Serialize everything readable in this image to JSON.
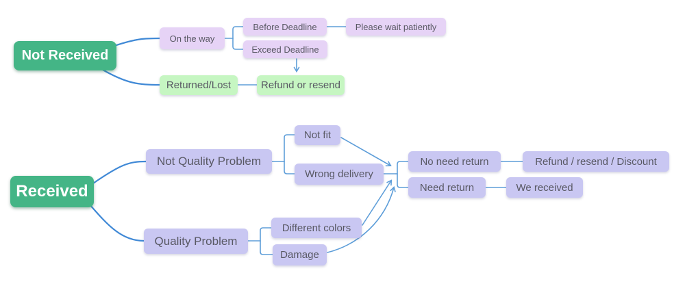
{
  "colors": {
    "root_green": "#44b586",
    "lavender": "#e6d3f6",
    "light_green": "#c6f6c2",
    "periwinkle": "#c9c7f2",
    "connector_blue": "#5e9ed9",
    "connector_strong": "#4089d6",
    "text_dark": "#595964"
  },
  "diagram": {
    "nodes": {
      "not_received": {
        "label": "Not Received"
      },
      "on_the_way": {
        "label": "On the way"
      },
      "before_deadline": {
        "label": "Before Deadline"
      },
      "exceed_deadline": {
        "label": "Exceed Deadline"
      },
      "please_wait": {
        "label": "Please wait patiently"
      },
      "returned_lost": {
        "label": "Returned/Lost"
      },
      "refund_or_resend": {
        "label": "Refund or resend"
      },
      "received": {
        "label": "Received"
      },
      "not_quality_problem": {
        "label": "Not Quality Problem"
      },
      "quality_problem": {
        "label": "Quality Problem"
      },
      "not_fit": {
        "label": "Not fit"
      },
      "wrong_delivery": {
        "label": "Wrong delivery"
      },
      "different_colors": {
        "label": "Different colors"
      },
      "damage": {
        "label": "Damage"
      },
      "no_need_return": {
        "label": "No need return"
      },
      "need_return": {
        "label": "Need return"
      },
      "refund_resend_discount": {
        "label": "Refund / resend / Discount"
      },
      "we_received": {
        "label": "We received"
      }
    },
    "edges": [
      {
        "from": "Not Received",
        "to": "On the way",
        "arrow": false
      },
      {
        "from": "On the way",
        "to": "Before Deadline",
        "arrow": false
      },
      {
        "from": "On the way",
        "to": "Exceed Deadline",
        "arrow": false
      },
      {
        "from": "Before Deadline",
        "to": "Please wait patiently",
        "arrow": false
      },
      {
        "from": "Exceed Deadline",
        "to": "Refund or resend",
        "arrow": true
      },
      {
        "from": "Not Received",
        "to": "Returned/Lost",
        "arrow": false
      },
      {
        "from": "Returned/Lost",
        "to": "Refund or resend",
        "arrow": false
      },
      {
        "from": "Received",
        "to": "Not Quality Problem",
        "arrow": false
      },
      {
        "from": "Received",
        "to": "Quality Problem",
        "arrow": false
      },
      {
        "from": "Not Quality Problem",
        "to": "Not fit",
        "arrow": false
      },
      {
        "from": "Not Quality Problem",
        "to": "Wrong delivery",
        "arrow": false
      },
      {
        "from": "Quality Problem",
        "to": "Different colors",
        "arrow": false
      },
      {
        "from": "Quality Problem",
        "to": "Damage",
        "arrow": false
      },
      {
        "from": "Not fit",
        "to": "return-decision-junction",
        "arrow": true
      },
      {
        "from": "Wrong delivery",
        "to": "return-decision-junction",
        "arrow": false
      },
      {
        "from": "Different colors",
        "to": "return-decision-junction",
        "arrow": true
      },
      {
        "from": "Damage",
        "to": "return-decision-junction",
        "arrow": true
      },
      {
        "from": "return-decision-junction",
        "to": "No need return",
        "arrow": false
      },
      {
        "from": "return-decision-junction",
        "to": "Need return",
        "arrow": false
      },
      {
        "from": "No need return",
        "to": "Refund / resend / Discount",
        "arrow": false
      },
      {
        "from": "Need return",
        "to": "We received",
        "arrow": false
      }
    ]
  }
}
